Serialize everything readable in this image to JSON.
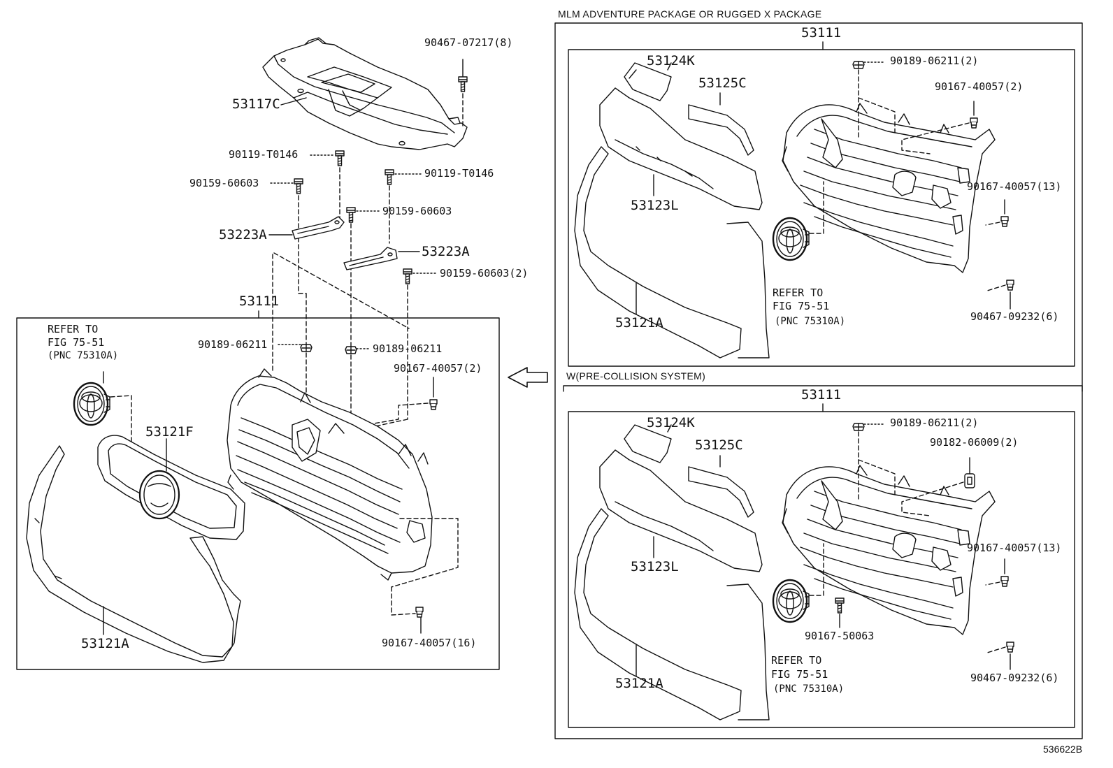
{
  "left_panel": {
    "top_labels": {
      "shield": "53117C",
      "bolt_top": "90467-07217(8)",
      "screw_1": "90119-T0146",
      "screw_2": "90119-T0146",
      "bolt_a": "90159-60603",
      "bolt_b": "90159-60603",
      "bolt_c": "90159-60603(2)",
      "bracket_1": "53223A",
      "bracket_2": "53223A"
    },
    "assembly_label": "53111",
    "refer": [
      "REFER TO",
      "FIG 75-51",
      "(PNC 75310A)"
    ],
    "clip_1": "90189-06211",
    "clip_2": "90189-06211",
    "clip_3": "90167-40057(2)",
    "ornament": "53121F",
    "frame": "53121A",
    "clip_bottom": "90167-40057(16)"
  },
  "right_upper": {
    "header": "MLM ADVENTURE PACKAGE OR RUGGED X PACKAGE",
    "assembly_label": "53111",
    "p1": "53124K",
    "p2": "53125C",
    "p3": "53123L",
    "p4": "53121A",
    "c1": "90189-06211(2)",
    "c2": "90167-40057(2)",
    "c3": "90167-40057(13)",
    "c4": "90467-09232(6)",
    "refer": [
      "REFER TO",
      "FIG 75-51",
      "(PNC 75310A)"
    ]
  },
  "right_lower": {
    "header": "W(PRE-COLLISION SYSTEM)",
    "assembly_label": "53111",
    "p1": "53124K",
    "p2": "53125C",
    "p3": "53123L",
    "p4": "53121A",
    "c1": "90189-06211(2)",
    "c2": "90182-06009(2)",
    "c3": "90167-40057(13)",
    "c4": "90167-50063",
    "c5": "90467-09232(6)",
    "refer": [
      "REFER TO",
      "FIG 75-51",
      "(PNC 75310A)"
    ]
  },
  "figure_code": "536622B",
  "icons": [
    "toyota-emblem-icon",
    "bolt-icon",
    "clip-icon",
    "left-arrow-icon"
  ]
}
